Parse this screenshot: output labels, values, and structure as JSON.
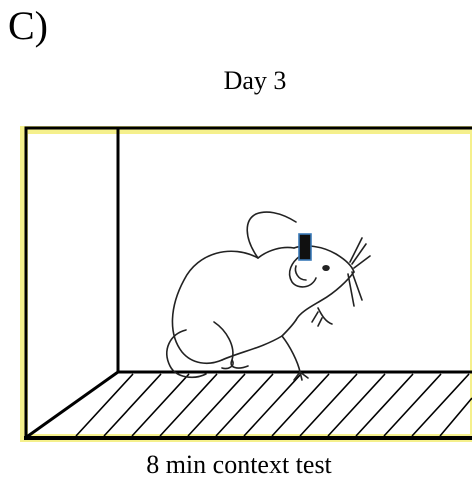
{
  "figure": {
    "panel_label": "C)",
    "day_label": "Day 3",
    "caption": "8 min context test"
  },
  "colors": {
    "frame_highlight": "#f5f08c",
    "outline": "#000000",
    "marker_fill": "#101010",
    "marker_border": "#3a7ab8"
  },
  "icons": {
    "subject": "mouse-icon",
    "implant": "head-implant-icon"
  }
}
